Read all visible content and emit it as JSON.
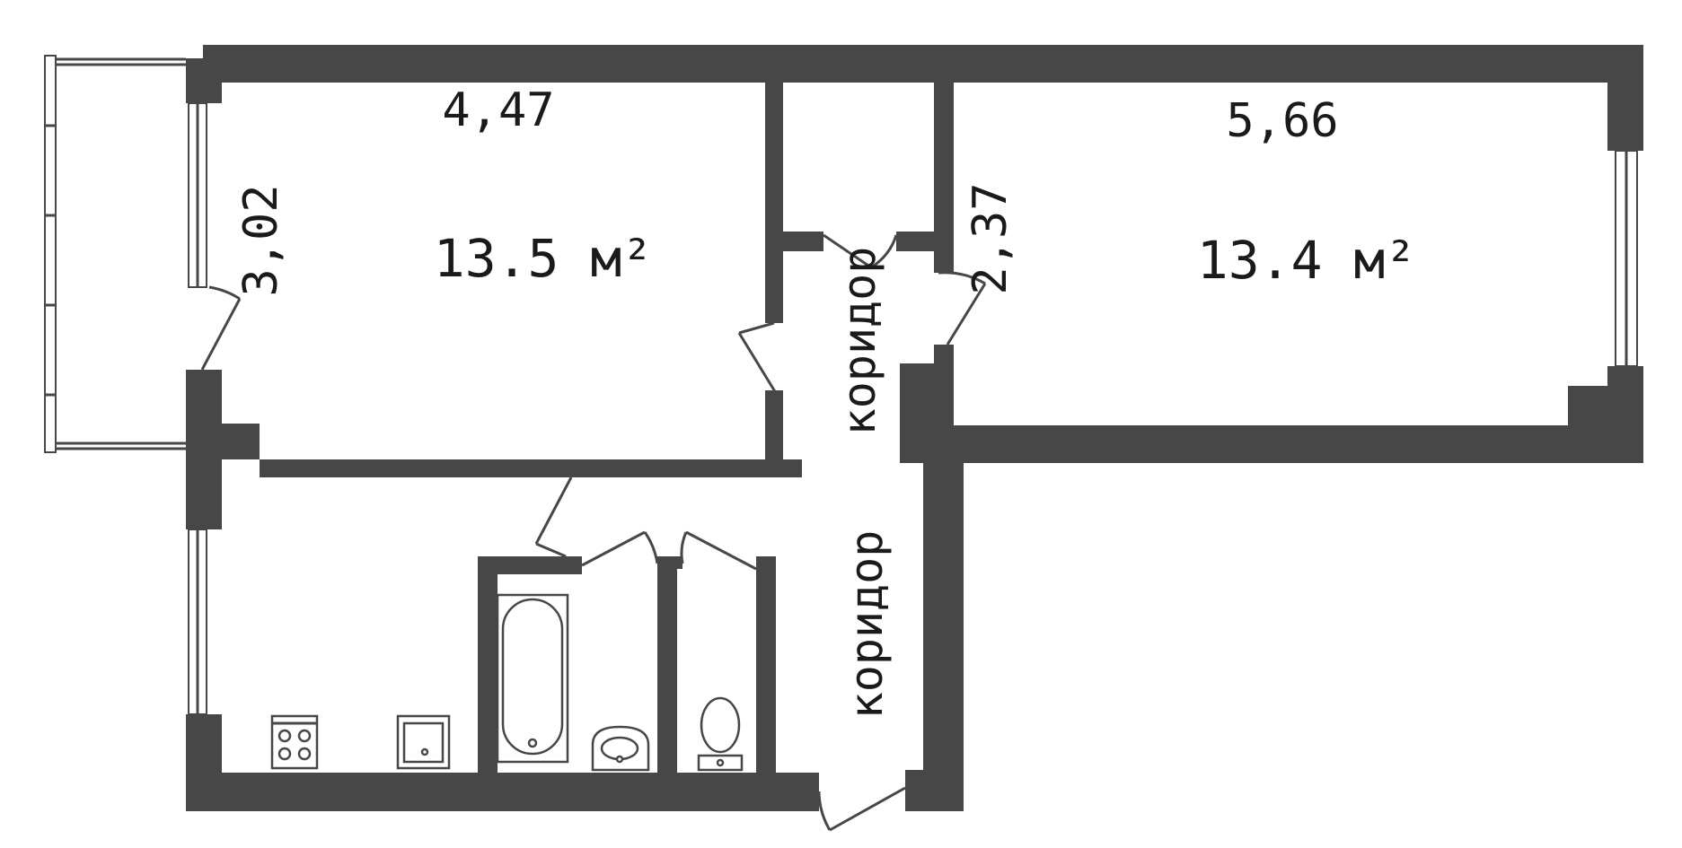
{
  "plan": {
    "rooms": [
      {
        "id": "room-left",
        "width_label": "4,47",
        "depth_label": "3,02",
        "area_label": "13.5 м²"
      },
      {
        "id": "room-right",
        "width_label": "5,66",
        "depth_label": "2,37",
        "area_label": "13.4 м²"
      }
    ],
    "corridor_labels": [
      "коридор",
      "коридор"
    ]
  }
}
